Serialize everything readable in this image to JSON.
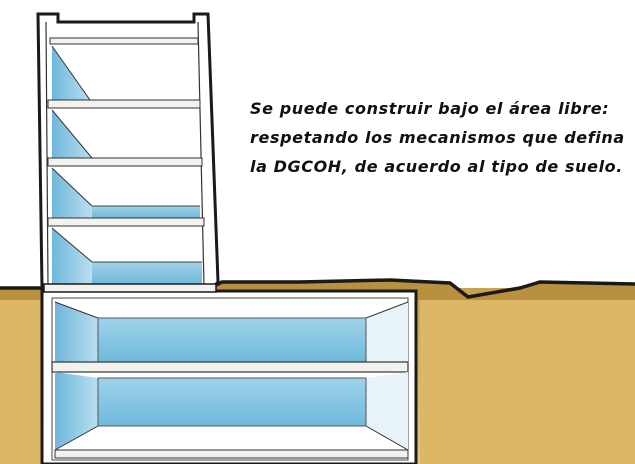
{
  "caption": {
    "lines": [
      "Se puede construir bajo el área libre:",
      "respetando los mecanismos que defina",
      "la DGCOH, de acuerdo al tipo de suelo."
    ]
  },
  "colors": {
    "ground": "#d8b05c",
    "ground_dark": "#a9812f",
    "wall_outline": "#1a1a1a",
    "interior_blue": "#7fc3e2",
    "interior_light": "#e3f1f8",
    "slab": "#f4f4f2"
  },
  "figure": {
    "tower_floors": 4,
    "basement_levels": 2
  }
}
